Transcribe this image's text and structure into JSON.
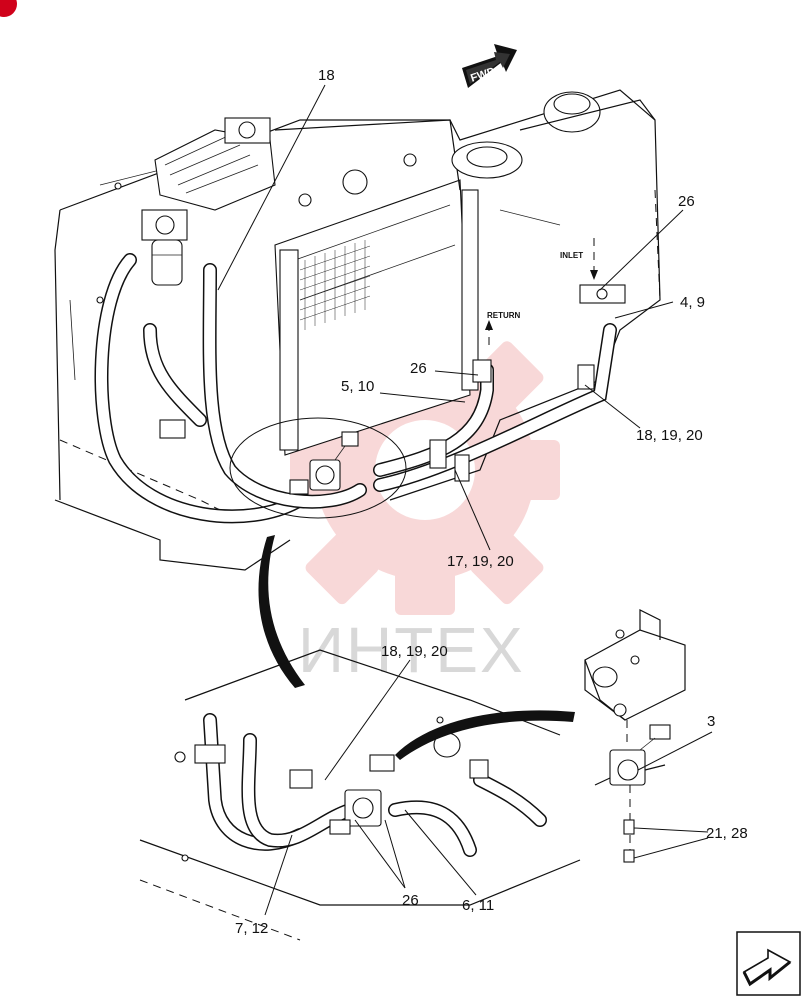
{
  "diagram": {
    "direction_label": "FWD",
    "watermark": "ИНТЕХ",
    "flow_labels": {
      "inlet": "INLET",
      "return": "RETURN"
    },
    "callouts": {
      "c18": "18",
      "c26_top": "26",
      "c4_9": "4, 9",
      "c26_mid": "26",
      "c5_10": "5, 10",
      "c18_19_20_right": "18, 19, 20",
      "c17_19_20": "17, 19, 20",
      "c18_19_20_detail": "18, 19, 20",
      "c3": "3",
      "c21_28": "21, 28",
      "c26_bottom": "26",
      "c6_11": "6, 11",
      "c7_12": "7, 12"
    },
    "colors": {
      "watermark": "#f4b9b9",
      "corner_badge": "#d0021b",
      "lines": "#111111"
    },
    "icons": {
      "nav_arrow": "next-page-arrow-icon",
      "corner": "corner-badge-icon"
    }
  }
}
